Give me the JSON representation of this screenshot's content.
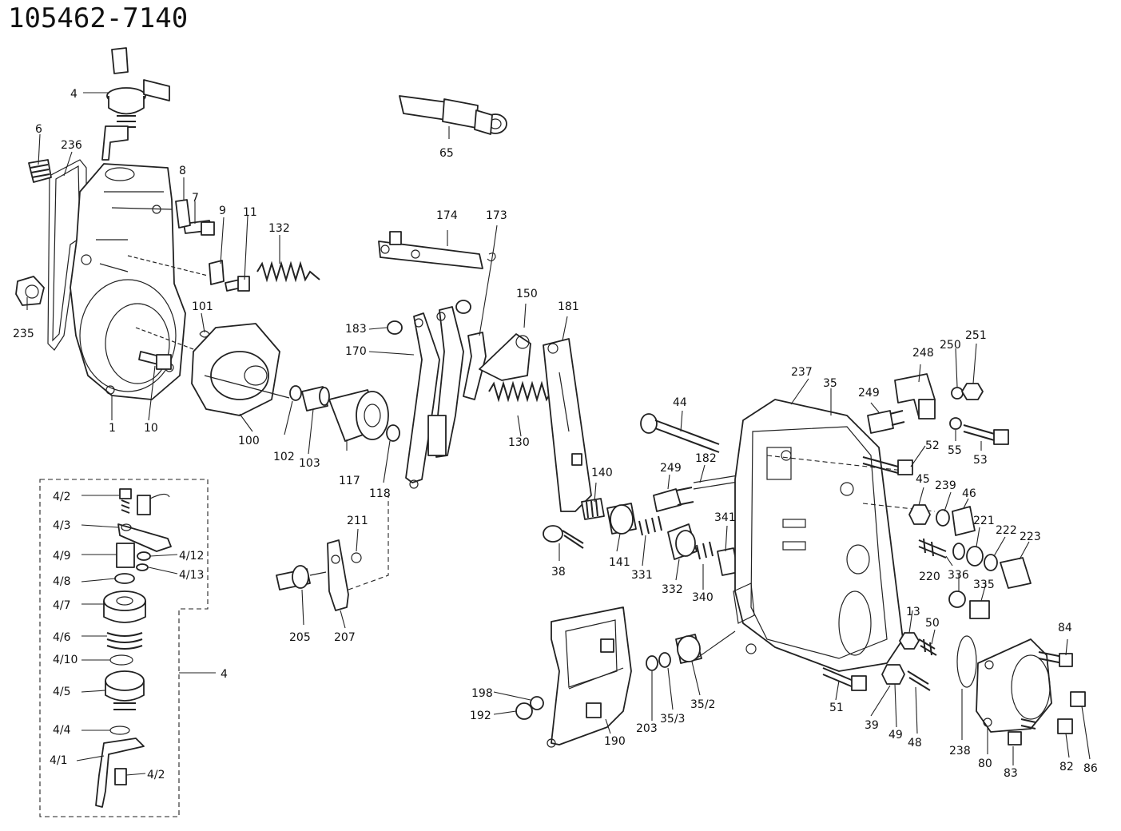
{
  "title": "105462-7140",
  "labels": {
    "p1": "1",
    "p4": "4",
    "p6": "6",
    "p7": "7",
    "p8": "8",
    "p9": "9",
    "p10": "10",
    "p11": "11",
    "p13": "13",
    "p35": "35",
    "p35_2": "35/2",
    "p35_3": "35/3",
    "p38": "38",
    "p39": "39",
    "p44": "44",
    "p45": "45",
    "p46": "46",
    "p48": "48",
    "p49": "49",
    "p50": "50",
    "p51": "51",
    "p52": "52",
    "p53": "53",
    "p55": "55",
    "p65": "65",
    "p80": "80",
    "p82": "82",
    "p83": "83",
    "p84": "84",
    "p86": "86",
    "p100": "100",
    "p101": "101",
    "p102": "102",
    "p103": "103",
    "p117": "117",
    "p118": "118",
    "p130": "130",
    "p132": "132",
    "p140": "140",
    "p141": "141",
    "p150": "150",
    "p170": "170",
    "p173": "173",
    "p174": "174",
    "p181": "181",
    "p182": "182",
    "p183": "183",
    "p190": "190",
    "p192": "192",
    "p198": "198",
    "p203": "203",
    "p205": "205",
    "p207": "207",
    "p211": "211",
    "p220": "220",
    "p221": "221",
    "p222": "222",
    "p223": "223",
    "p235": "235",
    "p236": "236",
    "p237": "237",
    "p238": "238",
    "p239": "239",
    "p248": "248",
    "p249a": "249",
    "p249b": "249",
    "p250": "250",
    "p251": "251",
    "p331": "331",
    "p332": "332",
    "p335": "335",
    "p336": "336",
    "p340": "340",
    "p341": "341",
    "k4_2a": "4/2",
    "k4_3": "4/3",
    "k4_9": "4/9",
    "k4_12": "4/12",
    "k4_13": "4/13",
    "k4_8": "4/8",
    "k4_7": "4/7",
    "k4_6": "4/6",
    "k4_10": "4/10",
    "k4_5": "4/5",
    "k4_4": "4/4",
    "k4_1": "4/1",
    "k4_2b": "4/2",
    "k4": "4"
  }
}
